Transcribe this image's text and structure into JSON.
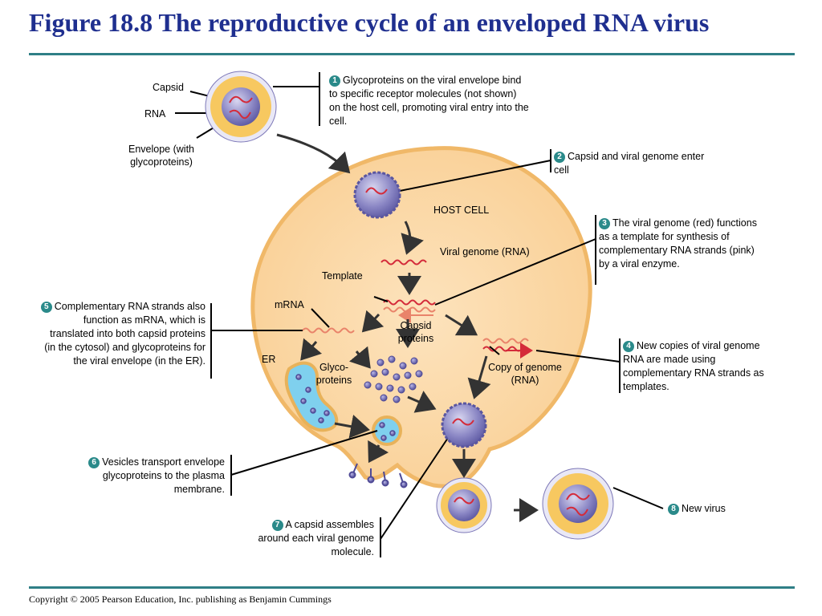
{
  "title": "Figure 18.8 The reproductive cycle of an enveloped RNA virus",
  "copyright": "Copyright © 2005 Pearson Education, Inc. publishing as Benjamin Cummings",
  "colors": {
    "title": "#1f2f8f",
    "rule": "#2f7f86",
    "cell": "#fbd7a4",
    "cell_edge": "#f0b868",
    "capsid": "#7d78b8",
    "glyco": "#6a66a8",
    "envelope": "#f7c860",
    "rna": "#d42b3a",
    "comp_rna": "#e9836a",
    "er": "#7fd0ee",
    "badge": "#2a8a8a"
  },
  "labels": {
    "capsid": "Capsid",
    "rna": "RNA",
    "envelope": "Envelope (with glycoproteins)",
    "host_cell": "HOST CELL",
    "viral_genome": "Viral genome (RNA)",
    "template": "Template",
    "mrna": "mRNA",
    "capsid_proteins": "Capsid proteins",
    "er": "ER",
    "glycoproteins": "Glyco- proteins",
    "copy_of_genome": "Copy of genome (RNA)"
  },
  "steps": [
    {
      "n": "1",
      "text": "Glycoproteins on the viral envelope bind to specific receptor molecules (not  shown) on the host cell, promoting viral entry into the cell."
    },
    {
      "n": "2",
      "text": "Capsid and viral genome enter cell"
    },
    {
      "n": "3",
      "text": "The viral genome (red) functions as a template for synthesis of complementary RNA strands (pink) by a viral enzyme."
    },
    {
      "n": "4",
      "text": "New copies of viral genome RNA are made using complementary RNA strands as templates."
    },
    {
      "n": "5",
      "text": "Complementary RNA strands also function as mRNA, which is translated into both capsid proteins (in the cytosol) and glycoproteins for the viral envelope (in the ER)."
    },
    {
      "n": "6",
      "text": "Vesicles transport envelope glycoproteins to the plasma membrane."
    },
    {
      "n": "7",
      "text": "A capsid assembles around each viral genome molecule."
    },
    {
      "n": "8",
      "text": "New virus"
    }
  ]
}
